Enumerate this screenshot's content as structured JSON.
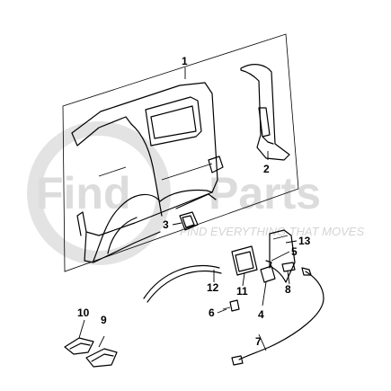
{
  "watermark": {
    "brand_left": "Find",
    "brand_right": "Parts",
    "tagline": "FIND EVERYTHING THAT MOVES",
    "color": "#d9d9d9"
  },
  "callouts": [
    "1",
    "2",
    "3",
    "4",
    "5",
    "6",
    "7",
    "8",
    "9",
    "10",
    "11",
    "12",
    "13"
  ]
}
